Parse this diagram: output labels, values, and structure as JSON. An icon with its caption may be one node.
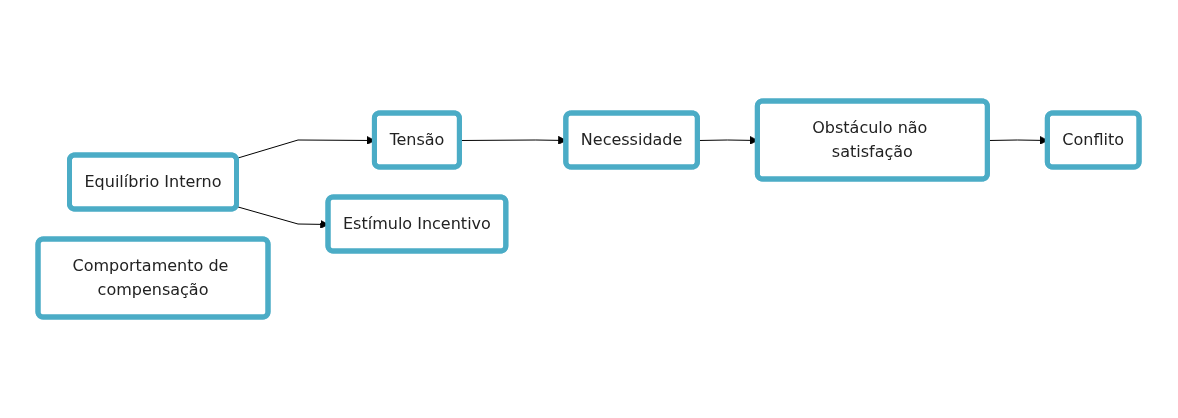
{
  "diagram": {
    "nodes": [
      {
        "text": [
          "Equilíbrio Interno"
        ]
      },
      {
        "text": [
          "Tensão"
        ]
      },
      {
        "text": [
          "Necessidade"
        ]
      },
      {
        "text": [
          "Obstáculo não satisfação"
        ]
      },
      {
        "text": [
          "Estímulo Incentivo"
        ]
      },
      {
        "text": [
          "Conflito"
        ]
      },
      {
        "text": [
          "Comportamento de compensação"
        ]
      }
    ],
    "edges": [
      {
        "from": 0,
        "to": 1,
        "arrow": "to"
      },
      {
        "from": 1,
        "to": 2,
        "arrow": "to"
      },
      {
        "from": 2,
        "to": 3,
        "arrow": "to"
      },
      {
        "from": 0,
        "to": 4,
        "arrow": "to"
      },
      {
        "from": 3,
        "to": 5,
        "arrow": "to"
      }
    ]
  }
}
